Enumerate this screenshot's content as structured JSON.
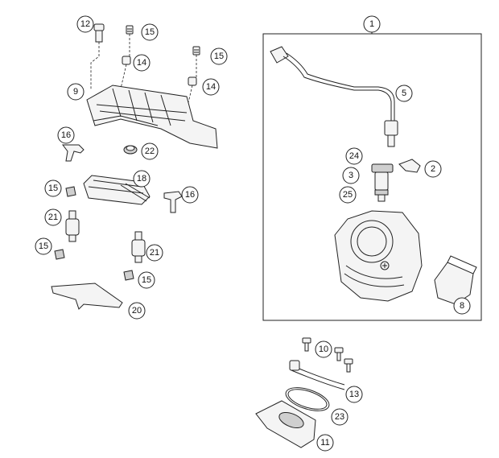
{
  "callouts": {
    "c1": "1",
    "c2": "2",
    "c3": "3",
    "c5": "5",
    "c8": "8",
    "c9": "9",
    "c10": "10",
    "c11": "11",
    "c12": "12",
    "c13": "13",
    "c14a": "14",
    "c14b": "14",
    "c15a": "15",
    "c15b": "15",
    "c15c": "15",
    "c15d": "15",
    "c15e": "15",
    "c16a": "16",
    "c16b": "16",
    "c18": "18",
    "c20": "20",
    "c21a": "21",
    "c21b": "21",
    "c22": "22",
    "c23": "23",
    "c24": "24",
    "c25": "25"
  }
}
